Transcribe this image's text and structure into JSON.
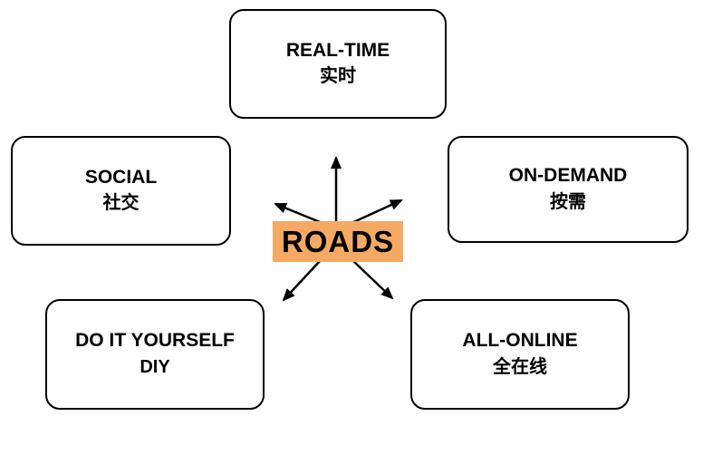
{
  "diagram": {
    "center": {
      "label": "ROADS",
      "highlight_color": "#F5A962"
    },
    "nodes": [
      {
        "id": "real-time",
        "en": "REAL-TIME",
        "zh": "实时"
      },
      {
        "id": "social",
        "en": "SOCIAL",
        "zh": "社交"
      },
      {
        "id": "on-demand",
        "en": "ON-DEMAND",
        "zh": "按需"
      },
      {
        "id": "do-it-yourself",
        "en": "DO IT YOURSELF",
        "zh": "DIY"
      },
      {
        "id": "all-online",
        "en": "ALL-ONLINE",
        "zh": "全在线"
      }
    ]
  }
}
